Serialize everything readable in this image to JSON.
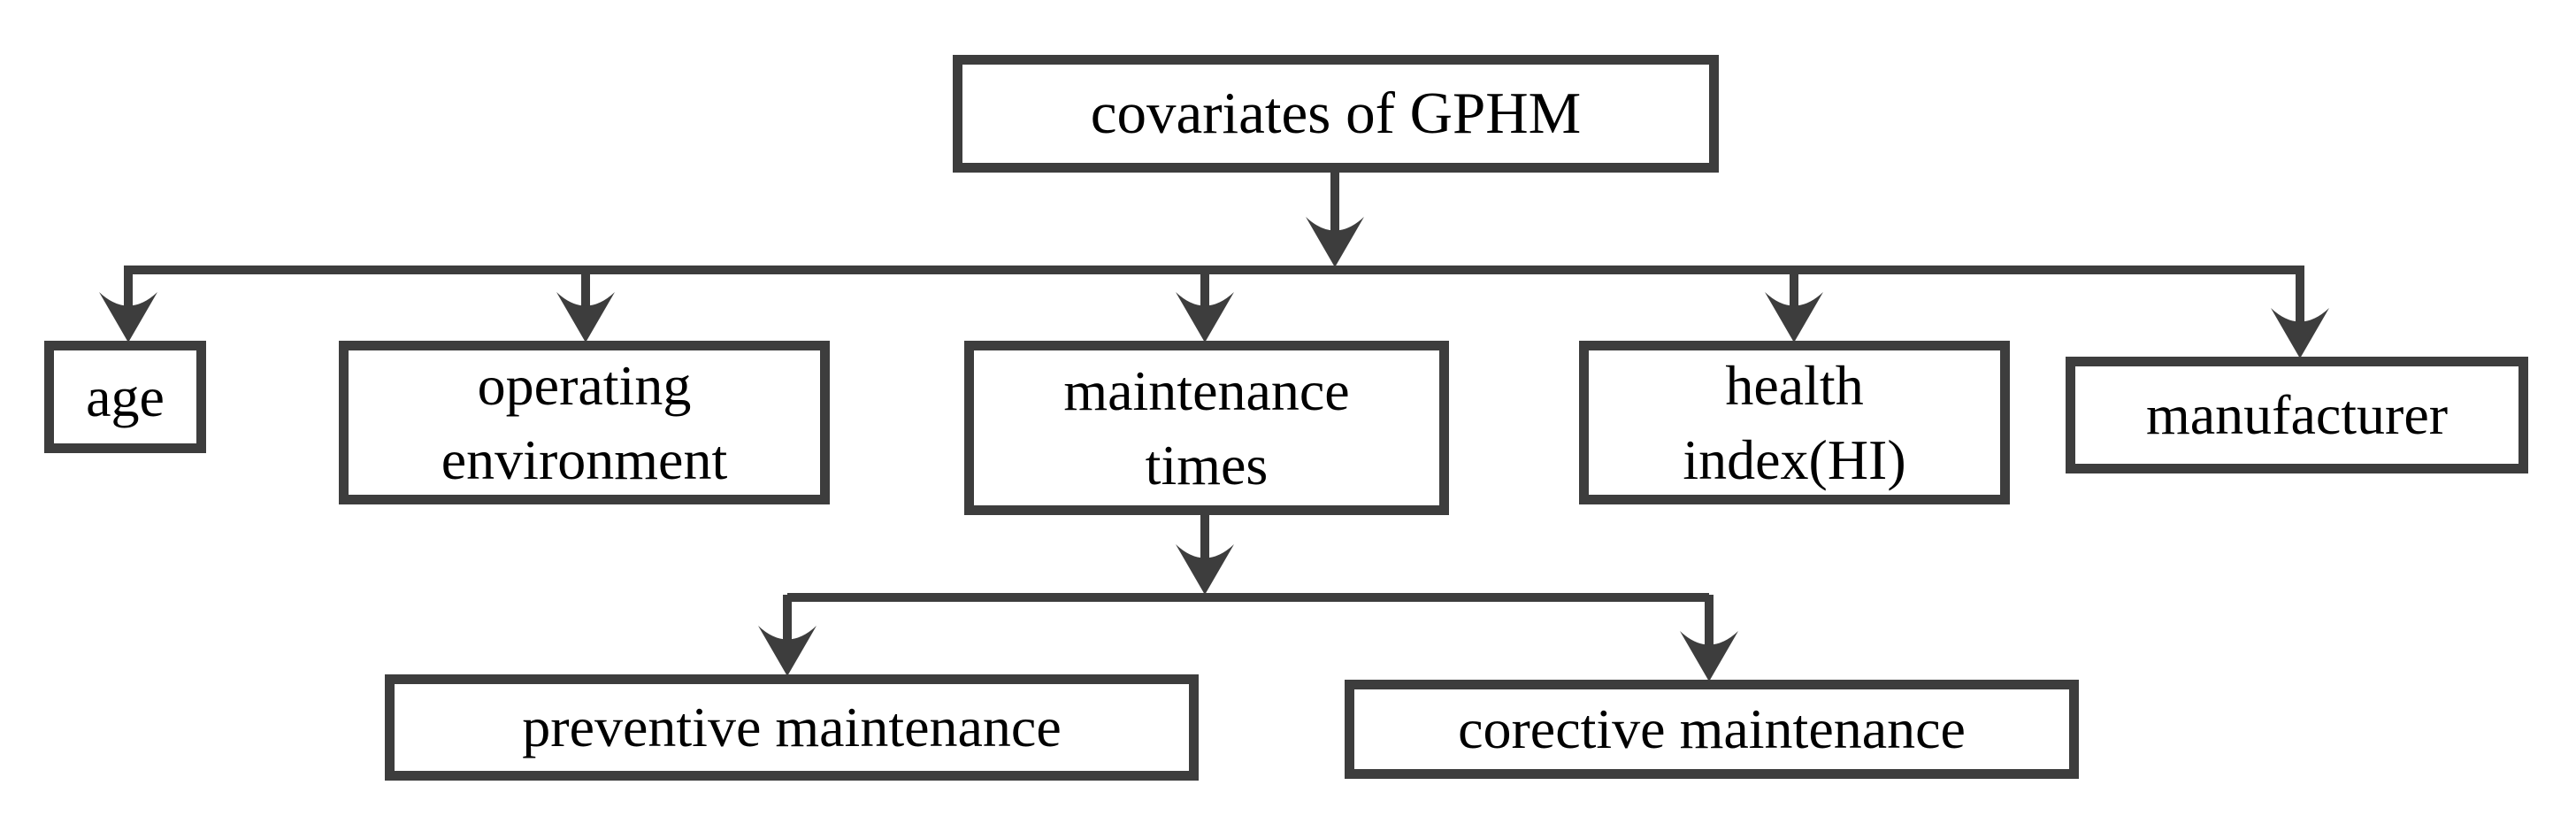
{
  "diagram": {
    "type": "flowchart",
    "title": "covariates of GPHM",
    "colors": {
      "line": "#3d3d3d",
      "text": "#000000",
      "background": "#ffffff"
    },
    "nodes": {
      "root": {
        "label": "covariates of GPHM"
      },
      "age": {
        "label": "age"
      },
      "operating": {
        "label": "operating\nenvironment"
      },
      "maintenance": {
        "label": "maintenance\ntimes"
      },
      "health": {
        "label": "health\nindex(HI)"
      },
      "manufacturer": {
        "label": "manufacturer"
      },
      "preventive": {
        "label": "preventive maintenance"
      },
      "corrective": {
        "label": "corective maintenance"
      }
    },
    "edges": [
      {
        "from": "root",
        "to": "age"
      },
      {
        "from": "root",
        "to": "operating"
      },
      {
        "from": "root",
        "to": "maintenance"
      },
      {
        "from": "root",
        "to": "health"
      },
      {
        "from": "root",
        "to": "manufacturer"
      },
      {
        "from": "maintenance",
        "to": "preventive"
      },
      {
        "from": "maintenance",
        "to": "corrective"
      }
    ]
  }
}
